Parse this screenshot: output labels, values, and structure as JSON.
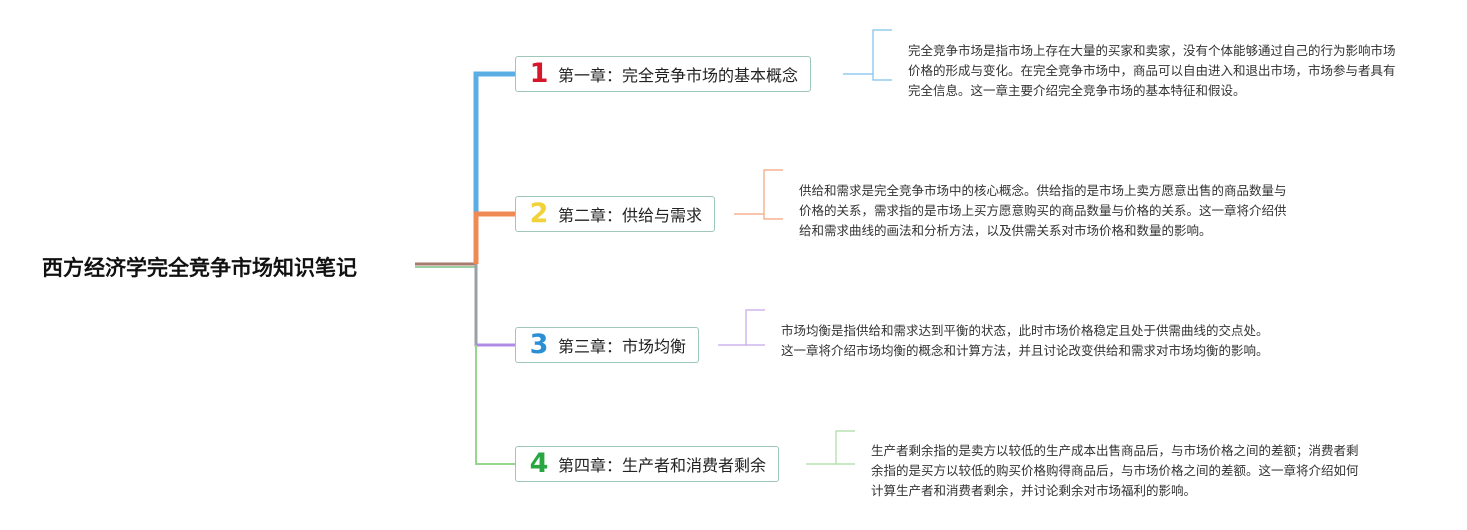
{
  "root": {
    "title": "西方经济学完全竞争市场知识笔记"
  },
  "chapters": [
    {
      "number": "1",
      "title": "第一章：完全竞争市场的基本概念",
      "number_color": "#d6172b",
      "branch_color": "#5aaee3",
      "description": "完全竞争市场是指市场上存在大量的买家和卖家，没有个体能够通过自己的行为影响市场价格的形成与变化。在完全竞争市场中，商品可以自由进入和退出市场，市场参与者具有完全信息。这一章主要介绍完全竞争市场的基本特征和假设。"
    },
    {
      "number": "2",
      "title": "第二章：供给与需求",
      "number_color": "#f2d23b",
      "branch_color": "#f08a55",
      "description": "供给和需求是完全竞争市场中的核心概念。供给指的是市场上卖方愿意出售的商品数量与价格的关系，需求指的是市场上买方愿意购买的商品数量与价格的关系。这一章将介绍供给和需求曲线的画法和分析方法，以及供需关系对市场价格和数量的影响。"
    },
    {
      "number": "3",
      "title": "第三章：市场均衡",
      "number_color": "#2a8fd4",
      "branch_color": "#b18be3",
      "description": "市场均衡是指供给和需求达到平衡的状态，此时市场价格稳定且处于供需曲线的交点处。这一章将介绍市场均衡的概念和计算方法，并且讨论改变供给和需求对市场均衡的影响。"
    },
    {
      "number": "4",
      "title": "第四章：生产者和消费者剩余",
      "number_color": "#27a641",
      "branch_color": "#96d68f",
      "description": "生产者剩余指的是卖方以较低的生产成本出售商品后，与市场价格之间的差额；消费者剩余指的是买方以较低的购买价格购得商品后，与市场价格之间的差额。这一章将介绍如何计算生产者和消费者剩余，并讨论剩余对市场福利的影响。"
    }
  ]
}
